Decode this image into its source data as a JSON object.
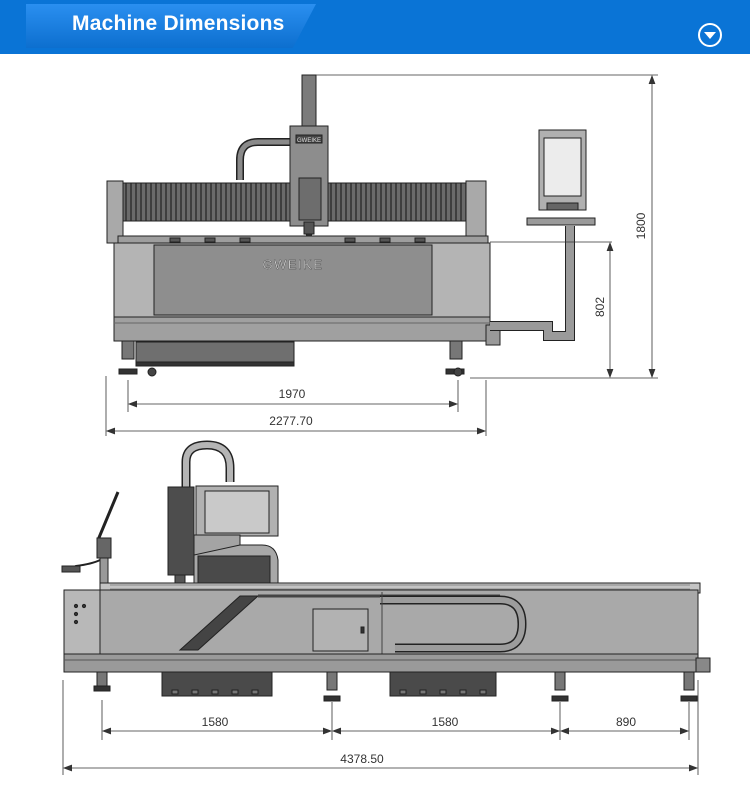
{
  "header": {
    "title": "Machine Dimensions",
    "icon": "chevron-down-circle-icon",
    "accent": "#0a74d6"
  },
  "front_view": {
    "brand": "GWEIKE",
    "head_label": "GWEIKE",
    "dims": {
      "height_total": "1800",
      "table_height": "802",
      "inner_width": "1970",
      "overall_width": "2277.70"
    }
  },
  "side_view": {
    "dims": {
      "seg1": "1580",
      "seg2": "1580",
      "seg3": "890",
      "overall_length": "4378.50"
    }
  }
}
